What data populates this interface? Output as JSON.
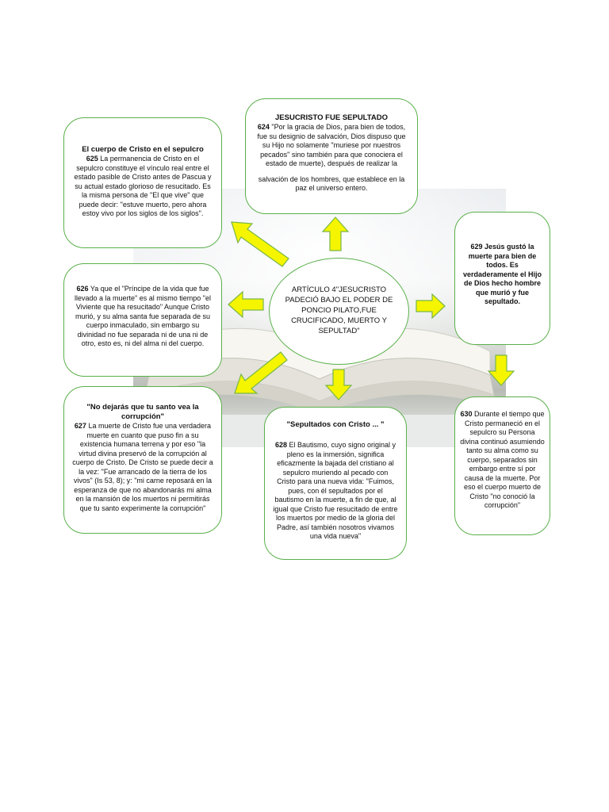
{
  "center": {
    "text": "ARTÍCULO 4\"JESUCRISTO PADECIÓ BAJO EL PODER DE PONCIO PILATO,FUE CRUCIFICADO, MUERTO Y SEPULTAD\""
  },
  "boxes": {
    "top": {
      "title": "JESUCRISTO FUE SEPULTADO",
      "num": "624",
      "text": "\"Por la gracia de Dios, para bien de todos, fue su designio de salvación, Dios dispuso que su Hijo no solamente \"muriese por nuestros pecados\" sino también para que conociera el estado de muerte), después de realizar la",
      "text2": "salvación de los hombres, que establece en la paz el universo entero."
    },
    "top_left": {
      "title": "El cuerpo de Cristo en el sepulcro",
      "num": "625",
      "text": "La permanencia de Cristo en el sepulcro constituye el vínculo real entre el estado pasible de Cristo antes de Pascua y su actual estado glorioso de resucitado. Es la misma persona de \"El que vive\" que puede decir: \"estuve muerto, pero ahora estoy vivo por los siglos de los siglos\"."
    },
    "right": {
      "num": "629",
      "text": "Jesús gustó la muerte para bien de todos. Es verdaderamente el Hijo de Dios hecho hombre que murió y fue sepultado."
    },
    "left_mid": {
      "num": "626",
      "text": "Ya que el \"Príncipe de la vida que fue llevado a la muerte\" es al mismo tiempo \"el Viviente que ha resucitado\" Aunque Cristo murió, y su alma santa fue separada de su cuerpo inmaculado, sin embargo su divinidad no fue separada ni de una ni de otro, esto es, ni del alma ni del cuerpo."
    },
    "bottom_left": {
      "title": "\"No dejarás que tu santo vea la corrupción\"",
      "num": "627",
      "text": "La muerte de Cristo fue una verdadera muerte en cuanto que puso fin a su existencia humana terrena y por eso \"la virtud divina preservó de la corrupción al cuerpo de Cristo. De Cristo se puede decir a la vez: \"Fue arrancado de la tierra de los vivos\" (Is 53, 8); y: \"mi carne reposará en la esperanza de que no abandonarás mi alma en la mansión de los muertos ni permitirás que tu santo experimente la corrupción\""
    },
    "bottom_mid": {
      "title": "\"Sepultados con Cristo ... \"",
      "num": "628",
      "text": "El Bautismo, cuyo signo original y pleno es la inmersión, significa eficazmente la bajada del cristiano al sepulcro muriendo al pecado con Cristo para una nueva vida: \"Fuimos, pues, con él sepultados por el bautismo en la muerte, a fin de que, al igual que Cristo fue resucitado de entre los muertos por medio de la gloria del Padre, así también nosotros vivamos una vida nueva\""
    },
    "bottom_right": {
      "num": "630",
      "text": "Durante el tiempo que Cristo permaneció en el sepulcro su Persona divina continuó asumiendo tanto su alma como su cuerpo, separados sin embargo entre sí por causa de la muerte. Por eso el cuerpo muerto de Cristo \"no conoció la corrupción\""
    }
  },
  "colors": {
    "arrow_fill": "#f5f500",
    "arrow_stroke": "#7ab648",
    "box_border": "#5ab04a"
  }
}
